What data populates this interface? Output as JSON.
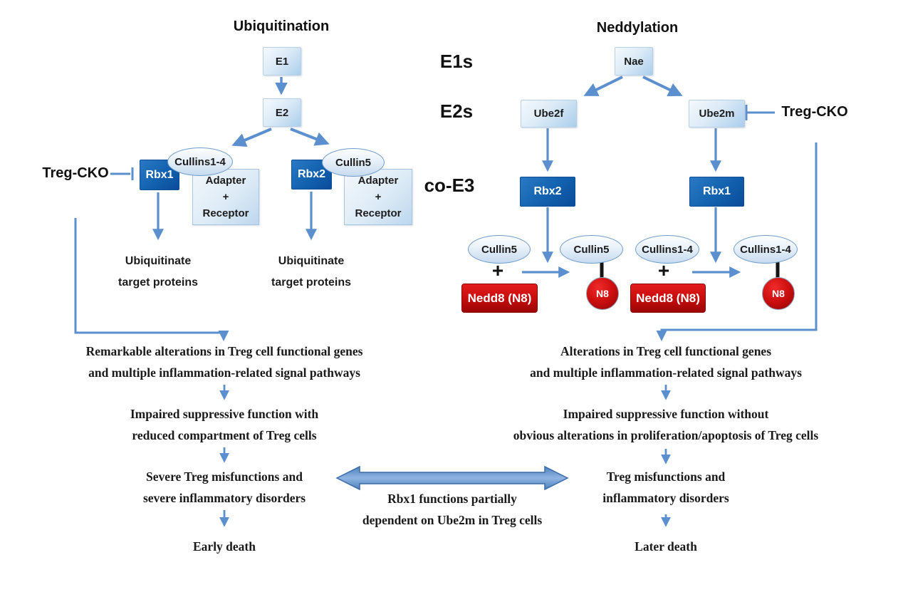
{
  "colors": {
    "arrow_blue": "#5b8fce",
    "arrow_border": "#3c6ca6",
    "dark_box_blue": "#0a4c9b",
    "light_box_blue": "#abceec",
    "nedd8_red": "#cb0f0f",
    "text_black": "#1a1a1a"
  },
  "titles": {
    "ubiquitination": "Ubiquitination",
    "neddylation": "Neddylation"
  },
  "tiers": {
    "e1s": "E1s",
    "e2s": "E2s",
    "co_e3": "co-E3"
  },
  "ubiq": {
    "e1": "E1",
    "e2": "E2",
    "treg_cko": "Treg-CKO",
    "plus": "+",
    "branch1": {
      "rbx": "Rbx1",
      "cullin": "Cullins1-4",
      "adapter": "Adapter",
      "receptor": "Receptor"
    },
    "branch2": {
      "rbx": "Rbx2",
      "cullin": "Cullin5",
      "adapter": "Adapter",
      "receptor": "Receptor"
    },
    "outcome_line1": "Ubiquitinate",
    "outcome_line2": "target proteins"
  },
  "nedd": {
    "nae": "Nae",
    "ube2f": "Ube2f",
    "ube2m": "Ube2m",
    "treg_cko": "Treg-CKO",
    "branch1": {
      "rbx": "Rbx2",
      "substrate_cullin": "Cullin5",
      "plus": "+",
      "nedd8": "Nedd8 (N8)",
      "product_cullin": "Cullin5",
      "n8": "N8"
    },
    "branch2": {
      "rbx": "Rbx1",
      "substrate_cullin": "Cullins1-4",
      "plus": "+",
      "nedd8": "Nedd8 (N8)",
      "product_cullin": "Cullins1-4",
      "n8": "N8"
    }
  },
  "left_flow": {
    "block1": [
      "Remarkable alterations in Treg cell functional genes",
      "and multiple inflammation-related signal pathways"
    ],
    "block2": [
      "Impaired suppressive function with",
      "reduced compartment of Treg cells"
    ],
    "block3": [
      "Severe Treg misfunctions and",
      "severe inflammatory disorders"
    ],
    "final": "Early death"
  },
  "right_flow": {
    "block1": [
      "Alterations in Treg cell functional genes",
      "and multiple inflammation-related signal pathways"
    ],
    "block2": [
      "Impaired suppressive function without",
      "obvious alterations in proliferation/apoptosis of Treg cells"
    ],
    "block3": [
      "Treg misfunctions and",
      "inflammatory disorders"
    ],
    "final": "Later death"
  },
  "center_note": [
    "Rbx1 functions partially",
    "dependent on Ube2m in Treg cells"
  ]
}
